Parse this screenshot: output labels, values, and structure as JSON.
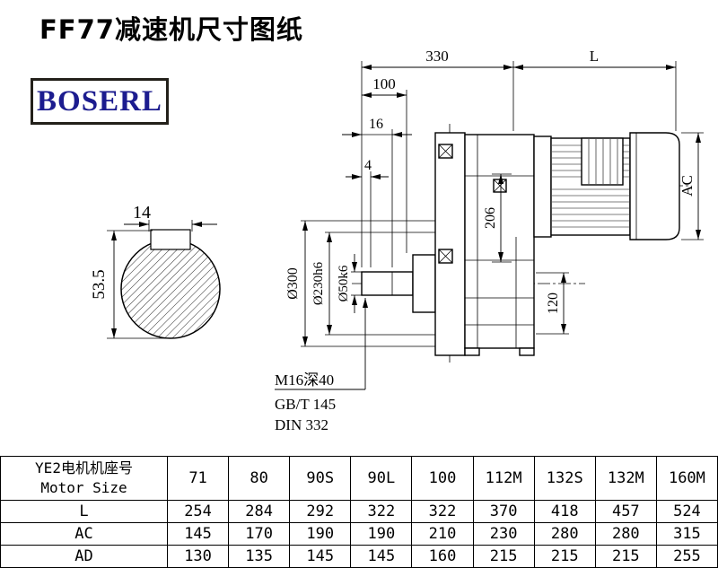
{
  "page": {
    "title": "FF77减速机尺寸图纸"
  },
  "logo": {
    "text": "BOSERL"
  },
  "drawing": {
    "dims": {
      "top_330": "330",
      "top_L": "L",
      "top_100": "100",
      "top_16": "16",
      "top_4": "4",
      "ac": "AC",
      "v206": "206",
      "v120": "120",
      "dia300": "Ø300",
      "dia230": "Ø230h6",
      "dia50": "Ø50k6",
      "key_width": "14",
      "key_height": "53.5"
    },
    "notes": {
      "tap": "M16深40",
      "gb": "GB/T 145",
      "din": "DIN 332"
    }
  },
  "table": {
    "header": {
      "line1": "YE2电机机座号",
      "line2": "Motor Size"
    },
    "sizes": [
      "71",
      "80",
      "90S",
      "90L",
      "100",
      "112M",
      "132S",
      "132M",
      "160M"
    ],
    "rows": [
      {
        "label": "L",
        "values": [
          "254",
          "284",
          "292",
          "322",
          "322",
          "370",
          "418",
          "457",
          "524"
        ]
      },
      {
        "label": "AC",
        "values": [
          "145",
          "170",
          "190",
          "190",
          "210",
          "230",
          "280",
          "280",
          "315"
        ]
      },
      {
        "label": "AD",
        "values": [
          "130",
          "135",
          "145",
          "145",
          "160",
          "215",
          "215",
          "215",
          "255"
        ]
      }
    ]
  }
}
